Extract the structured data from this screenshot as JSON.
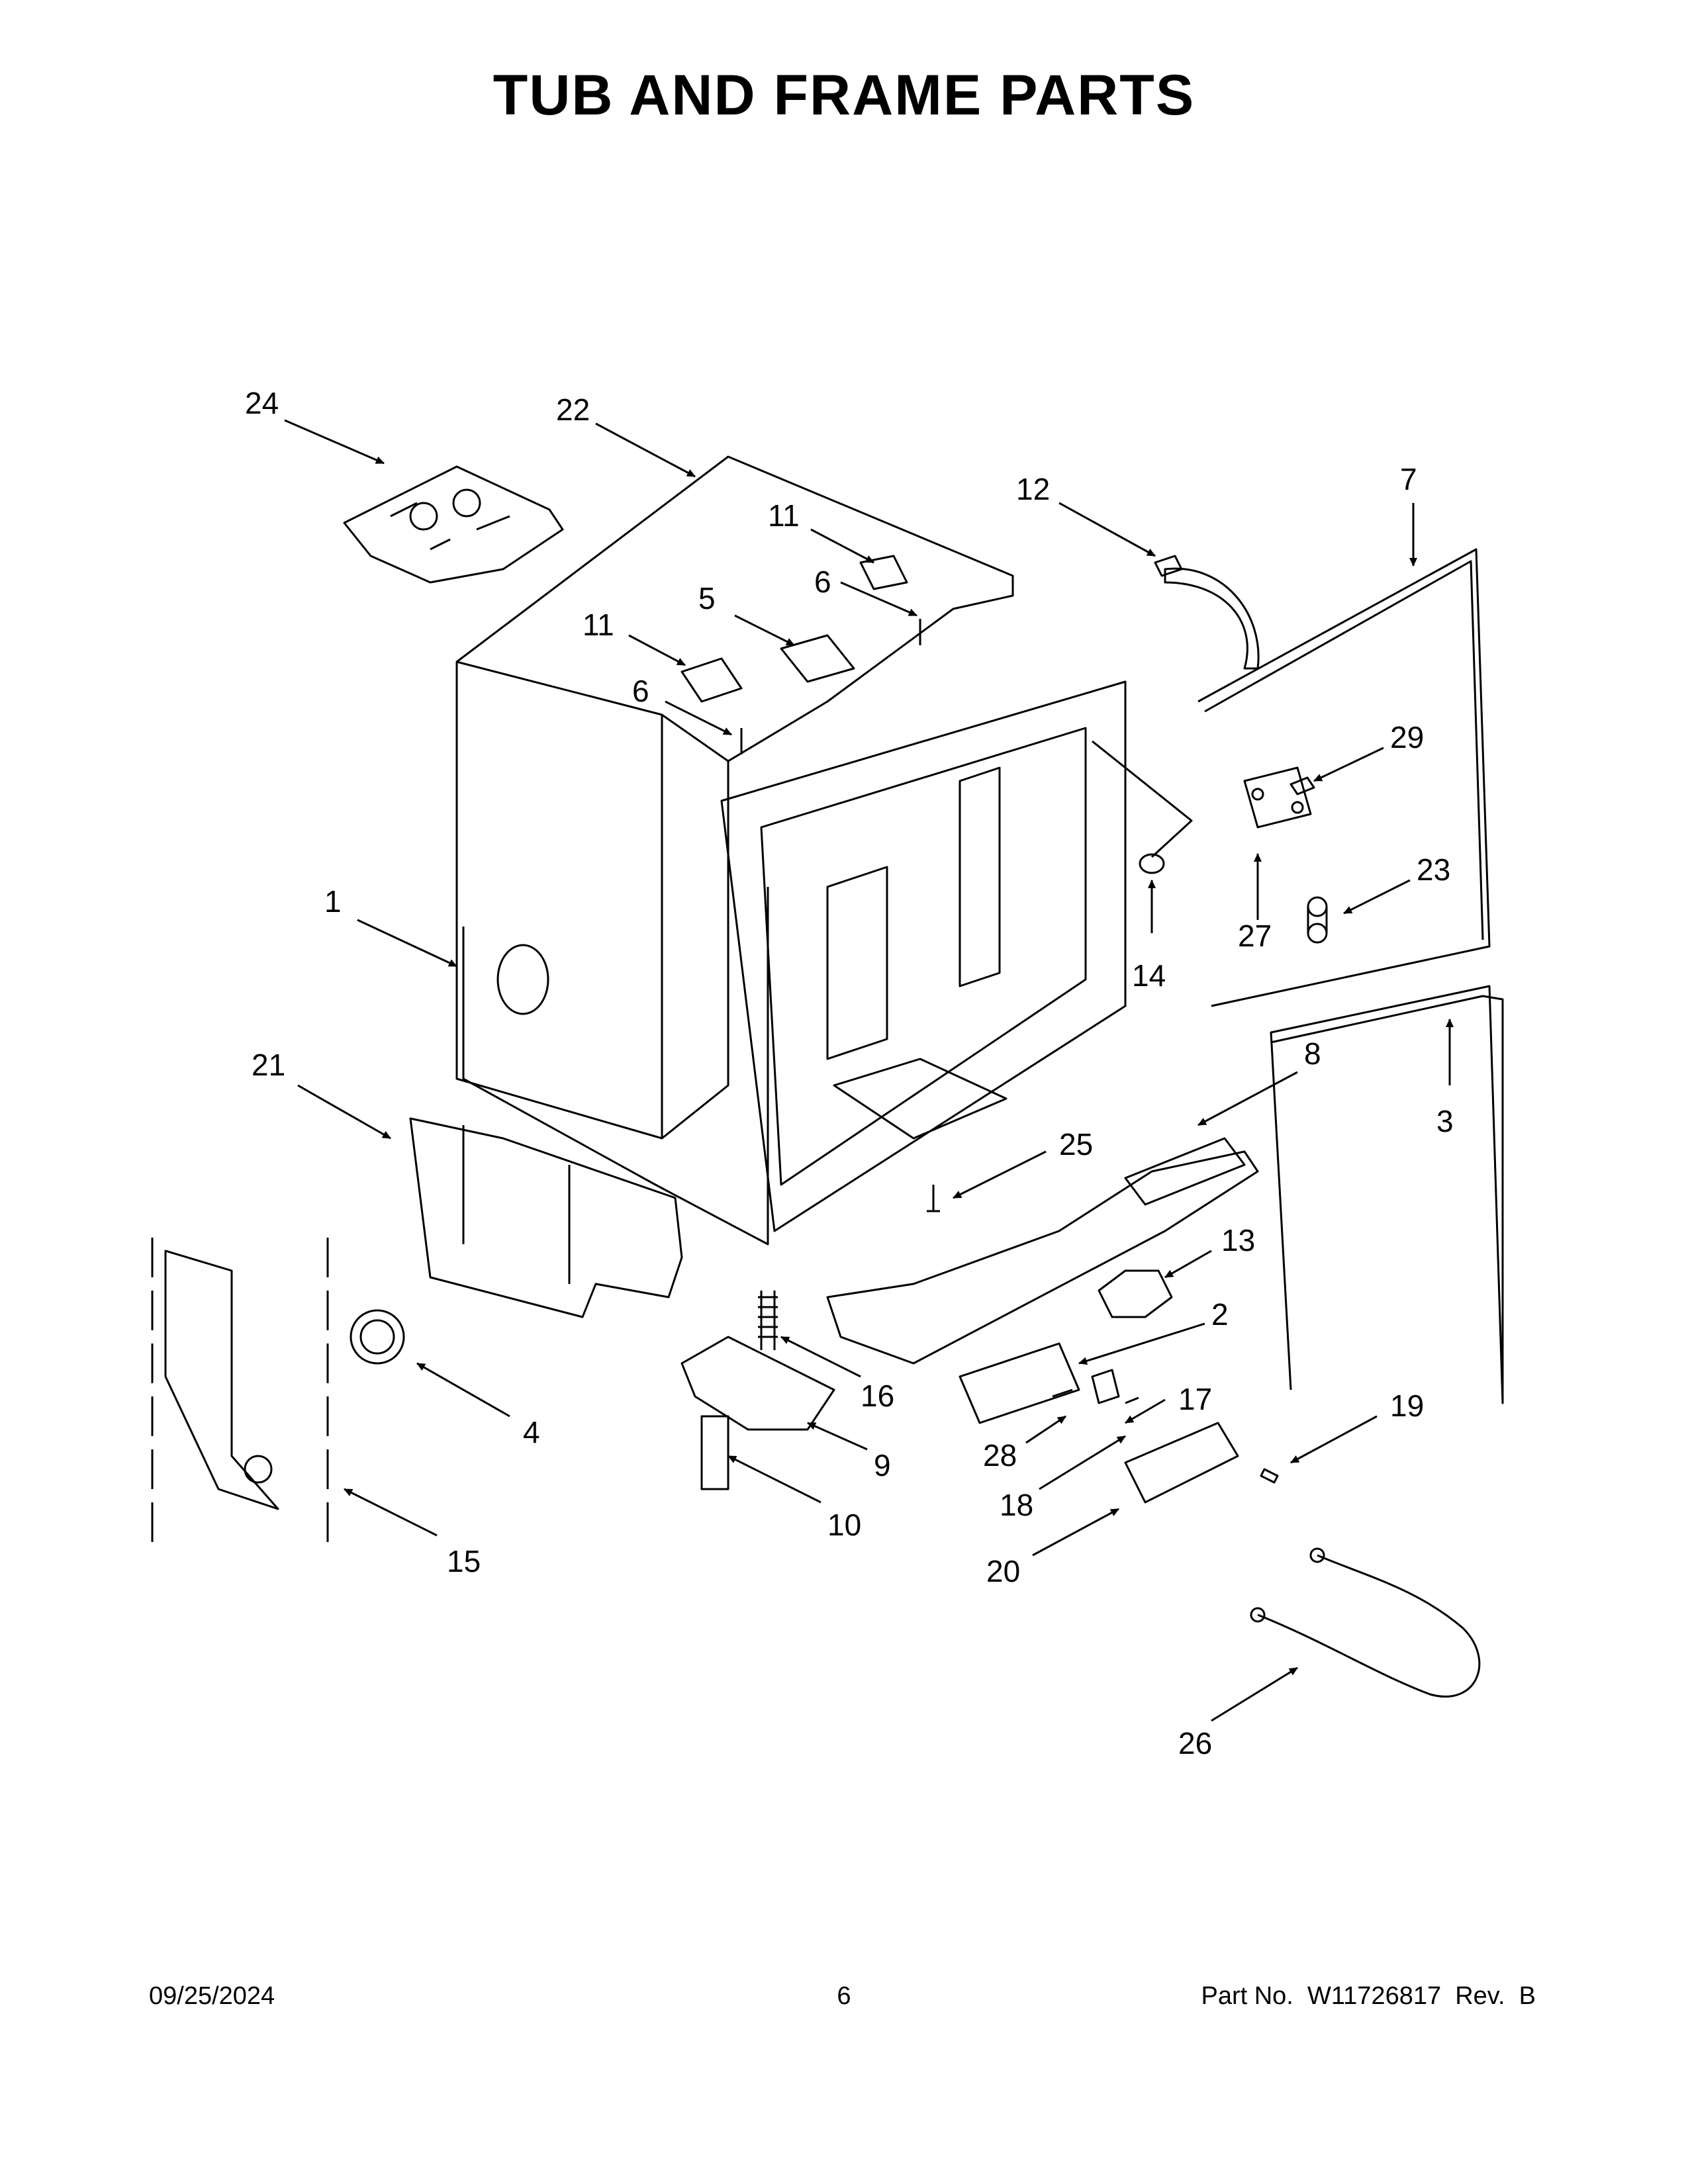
{
  "title": "TUB AND FRAME PARTS",
  "footer": {
    "date": "09/25/2024",
    "page": "6",
    "part_number": "Part No.  W11726817  Rev.  B"
  },
  "callouts": [
    "1",
    "2",
    "3",
    "4",
    "5",
    "6",
    "6",
    "7",
    "8",
    "9",
    "10",
    "11",
    "11",
    "12",
    "13",
    "14",
    "15",
    "16",
    "17",
    "18",
    "19",
    "20",
    "21",
    "22",
    "23",
    "24",
    "25",
    "26",
    "27",
    "28",
    "29"
  ]
}
